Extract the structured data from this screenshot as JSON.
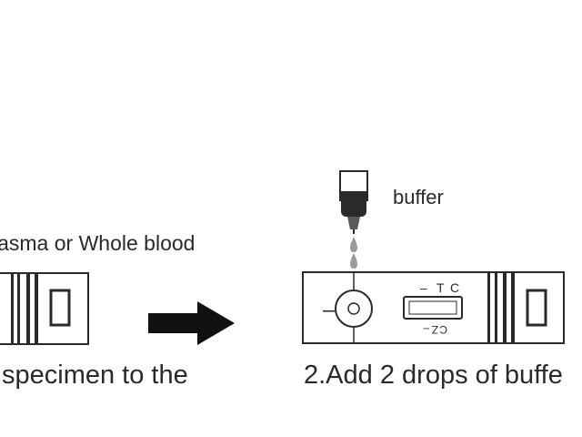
{
  "labels": {
    "specimen_type": "lasma or Whole blood",
    "buffer": "buffer",
    "step1_caption": "specimen to the",
    "step2_caption": "2.Add 2 drops of buffe"
  },
  "test_window_letters": {
    "control": "C",
    "test": "T"
  },
  "colors": {
    "ink": "#2a2a2a",
    "background": "#ffffff"
  },
  "icons": {
    "arrow": "right-arrow-icon",
    "dropper": "buffer-dropper-icon",
    "cassette": "test-cassette-icon"
  }
}
